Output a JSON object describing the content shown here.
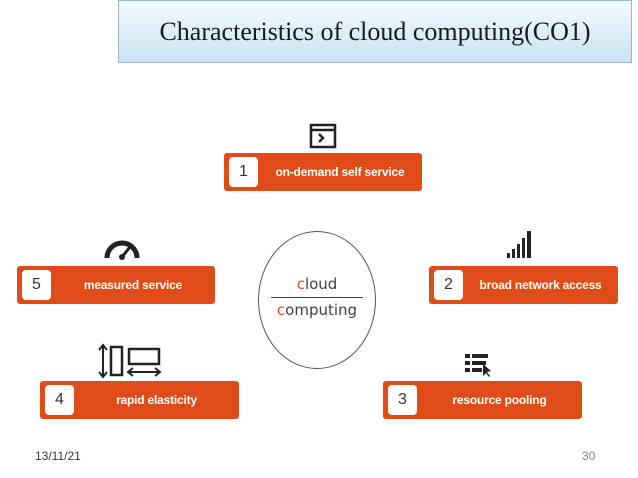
{
  "title": "Characteristics of cloud computing(CO1)",
  "center": {
    "word1_first": "c",
    "word1_rest": "loud",
    "word2_first": "c",
    "word2_rest": "omputing"
  },
  "items": [
    {
      "number": "1",
      "label": "on-demand self service",
      "icon": "terminal-icon"
    },
    {
      "number": "2",
      "label": "broad network access",
      "icon": "signal-bars-icon"
    },
    {
      "number": "3",
      "label": "resource pooling",
      "icon": "resource-list-icon"
    },
    {
      "number": "4",
      "label": "rapid elasticity",
      "icon": "resize-arrows-icon"
    },
    {
      "number": "5",
      "label": "measured service",
      "icon": "gauge-icon"
    }
  ],
  "colors": {
    "accent": "#de4d19",
    "title_bg": "#c9e3f4"
  },
  "footer": {
    "date": "13/11/21",
    "page": "30"
  }
}
